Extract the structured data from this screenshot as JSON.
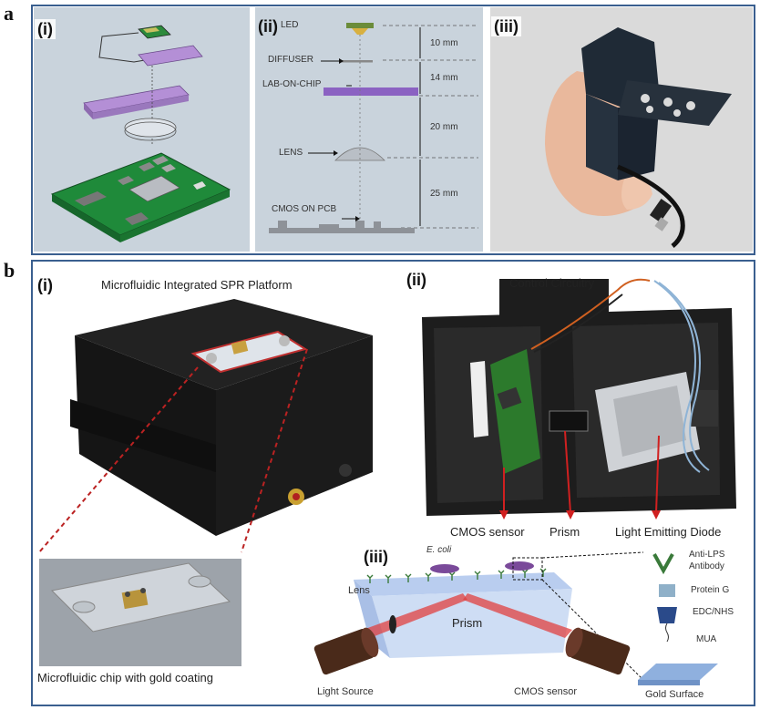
{
  "panel_a": {
    "letter": "a",
    "i": {
      "label": "(i)",
      "colors": {
        "pcb": "#1f8a3a",
        "chip": "#b48fd6",
        "bg": "#c9d3dc"
      }
    },
    "ii": {
      "label": "(ii)",
      "components": [
        "LED",
        "DIFFUSER",
        "LAB-ON-CHIP",
        "LENS",
        "CMOS ON PCB"
      ],
      "distances": [
        "10 mm",
        "14 mm",
        "20 mm",
        "25 mm"
      ]
    },
    "iii": {
      "label": "(iii)"
    }
  },
  "panel_b": {
    "letter": "b",
    "i": {
      "label": "(i)",
      "title": "Microfluidic Integrated SPR Platform",
      "chip_caption": "Microfluidic chip with gold coating"
    },
    "ii": {
      "label": "(ii)",
      "title": "Control Circuitry",
      "captions": [
        "CMOS sensor",
        "Prism",
        "Light Emitting Diode"
      ]
    },
    "iii": {
      "label": "(iii)",
      "ecoli": "E. coli",
      "lens": "Lens",
      "prism": "Prism",
      "light_source": "Light Source",
      "cmos": "CMOS sensor",
      "layers": [
        "Anti-LPS",
        "Antibody",
        "Protein G",
        "EDC/NHS",
        "MUA",
        "Gold Surface"
      ]
    }
  },
  "colors": {
    "frame": "#3a5f8f",
    "beam": "#e04040",
    "box_black": "#1a1a1a",
    "prism": "#bcd0ee"
  }
}
